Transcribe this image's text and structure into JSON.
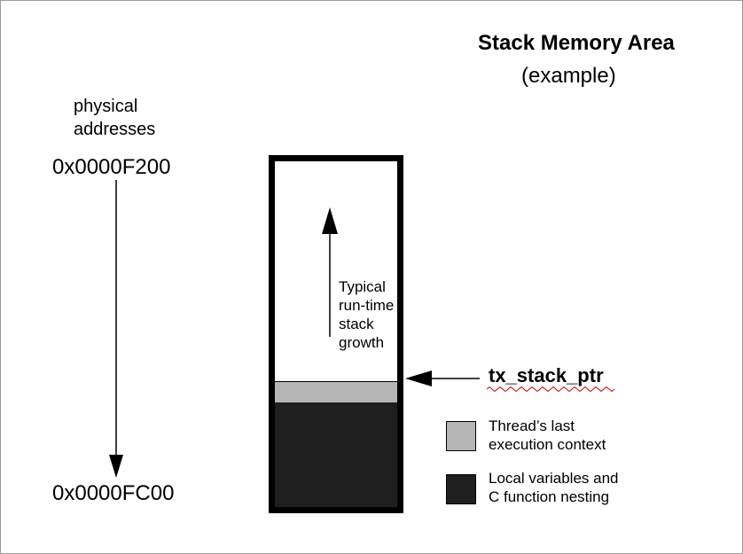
{
  "title": "Stack Memory Area",
  "subtitle": "(example)",
  "address_axis": {
    "label_lines": [
      "physical",
      "addresses"
    ],
    "top_address": "0x0000F200",
    "bottom_address": "0x0000FC00"
  },
  "stack": {
    "growth_label_lines": [
      "Typical",
      "run-time",
      "stack",
      "growth"
    ],
    "pointer_label": "tx_stack_ptr",
    "colors": {
      "border": "#000000",
      "context": "#b5b5b5",
      "locals": "#1f1f1f"
    }
  },
  "legend": [
    {
      "lines": [
        "Thread’s last",
        "execution context"
      ],
      "color": "#b5b5b5"
    },
    {
      "lines": [
        "Local variables and",
        "C function nesting"
      ],
      "color": "#1f1f1f"
    }
  ]
}
